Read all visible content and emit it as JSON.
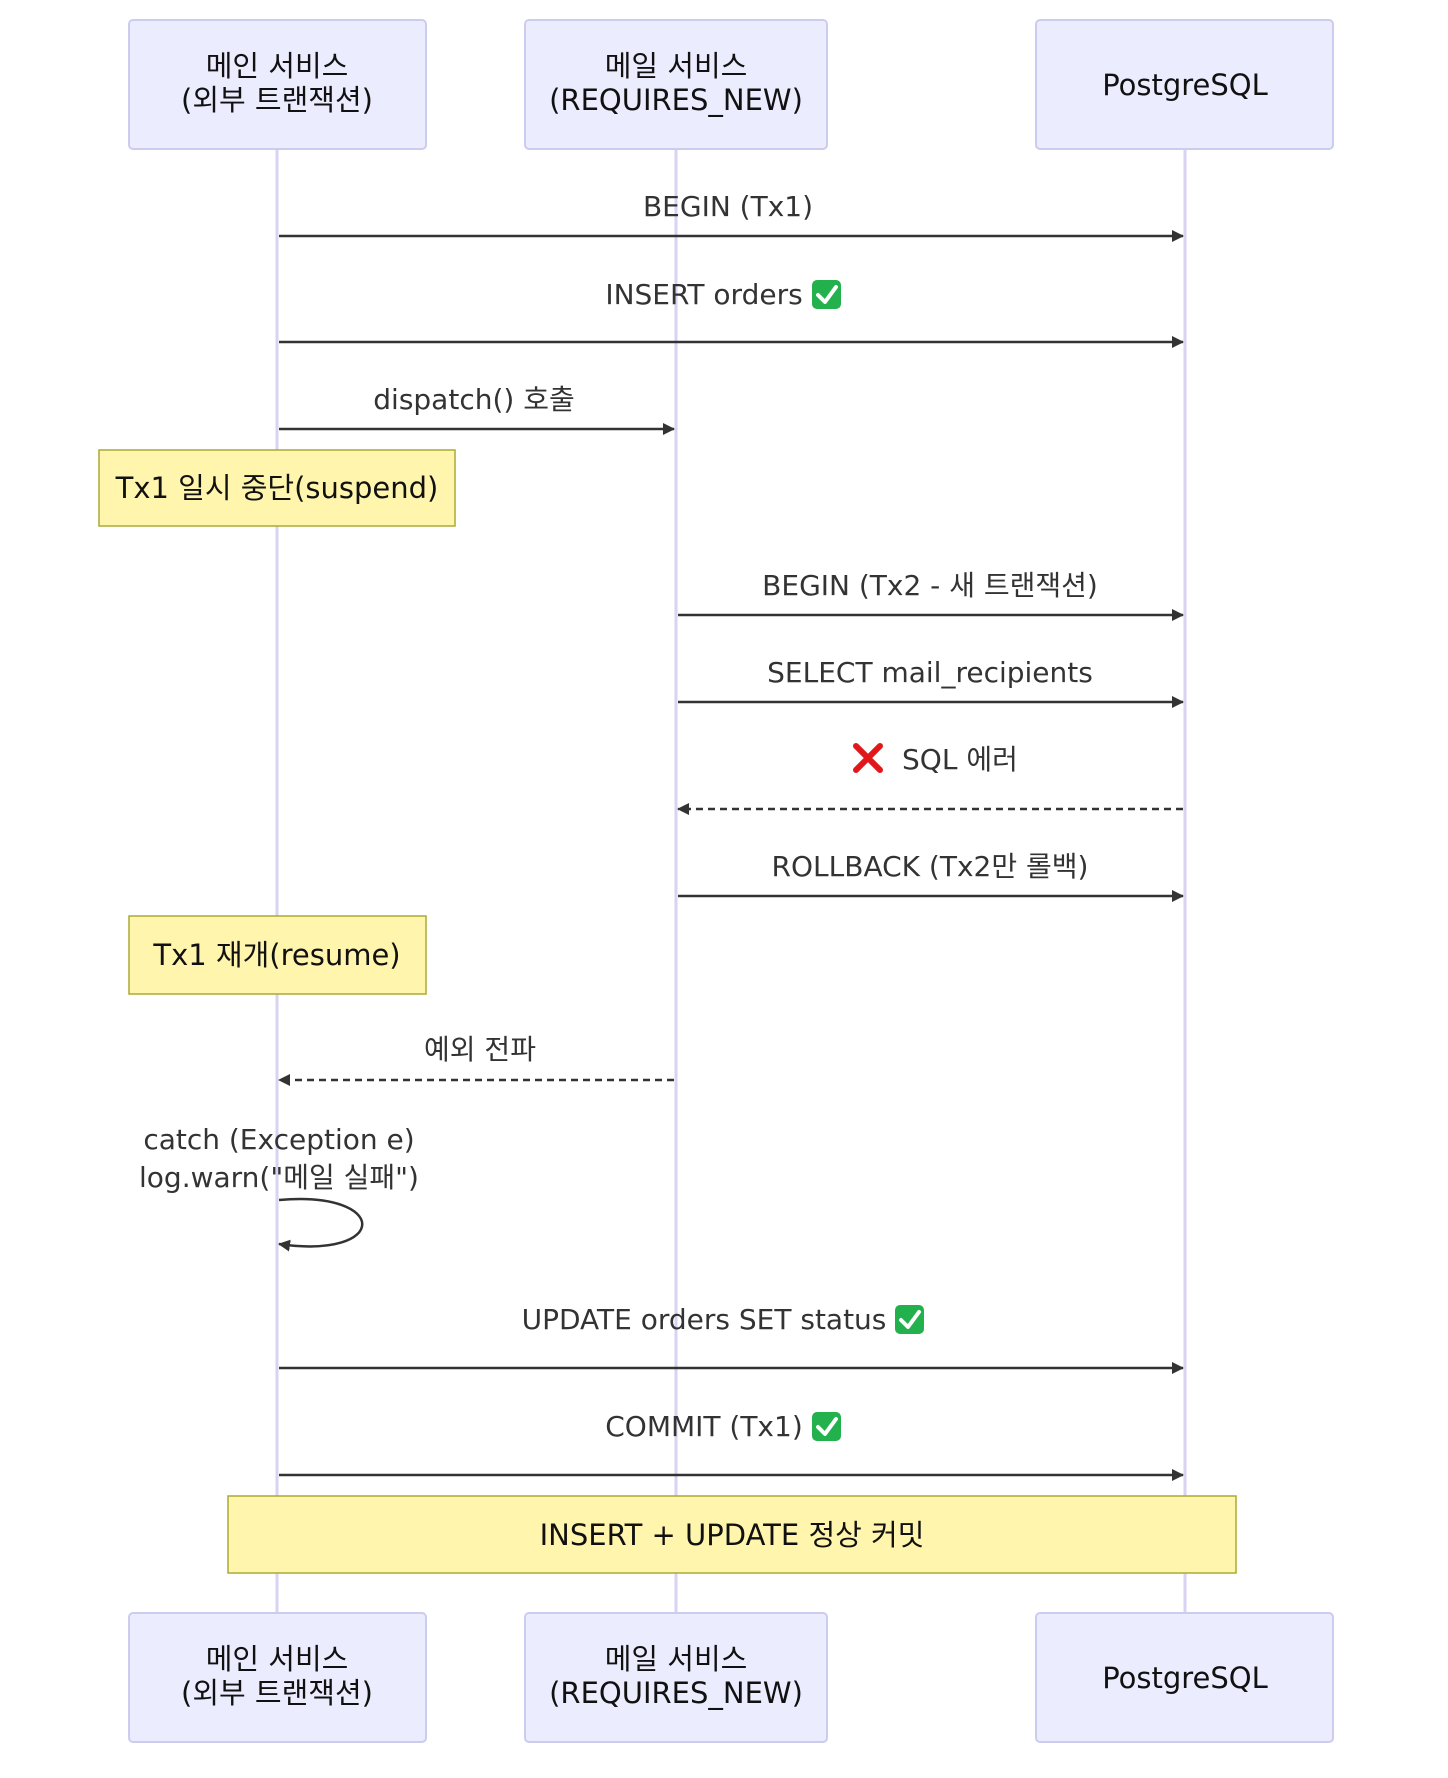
{
  "participants": [
    {
      "id": "main",
      "lines": [
        "메인 서비스",
        "(외부 트랜잭션)"
      ]
    },
    {
      "id": "mail",
      "lines": [
        "메일 서비스",
        "(REQUIRES_NEW)"
      ]
    },
    {
      "id": "pg",
      "lines": [
        "PostgreSQL"
      ]
    }
  ],
  "messages": [
    {
      "label": "BEGIN (Tx1)",
      "icon": ""
    },
    {
      "label": "INSERT orders",
      "icon": "check-icon"
    },
    {
      "label": "dispatch() 호출",
      "icon": ""
    },
    {
      "label": "BEGIN (Tx2 - 새 트랜잭션)",
      "icon": ""
    },
    {
      "label": "SELECT mail_recipients",
      "icon": ""
    },
    {
      "label": "SQL 에러",
      "icon": "cross-icon"
    },
    {
      "label": "ROLLBACK (Tx2만 롤백)",
      "icon": ""
    },
    {
      "label": "예외 전파",
      "icon": ""
    },
    {
      "label": [
        "catch (Exception e)",
        "log.warn(\"메일 실패\")"
      ],
      "icon": ""
    },
    {
      "label": "UPDATE orders SET status",
      "icon": "check-icon"
    },
    {
      "label": "COMMIT (Tx1)",
      "icon": "check-icon"
    }
  ],
  "notes": [
    {
      "text": "Tx1 일시 중단(suspend)"
    },
    {
      "text": "Tx1 재개(resume)"
    },
    {
      "text": "INSERT + UPDATE 정상 커밋"
    }
  ],
  "colors": {
    "actor_fill": "#ECECFF",
    "actor_stroke": "#CCCCEE",
    "lifeline": "#D9D2F2",
    "note_fill": "#FFF5AD",
    "note_stroke": "#AAAA33",
    "arrow": "#333333",
    "check": "#22B14C",
    "cross": "#E0171B"
  }
}
